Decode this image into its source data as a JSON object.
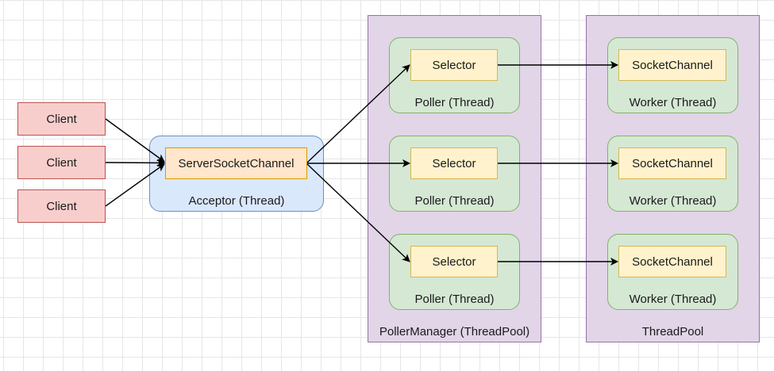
{
  "clients": [
    "Client",
    "Client",
    "Client"
  ],
  "acceptor": {
    "channel": "ServerSocketChannel",
    "label": "Acceptor (Thread)"
  },
  "poller_manager": {
    "label": "PollerManager (ThreadPool)",
    "pollers": [
      {
        "selector": "Selector",
        "label": "Poller (Thread)"
      },
      {
        "selector": "Selector",
        "label": "Poller (Thread)"
      },
      {
        "selector": "Selector",
        "label": "Poller (Thread)"
      }
    ]
  },
  "thread_pool": {
    "label": "ThreadPool",
    "workers": [
      {
        "channel": "SocketChannel",
        "label": "Worker (Thread)"
      },
      {
        "channel": "SocketChannel",
        "label": "Worker (Thread)"
      },
      {
        "channel": "SocketChannel",
        "label": "Worker (Thread)"
      }
    ]
  },
  "colors": {
    "client_fill": "#f8cecc",
    "client_stroke": "#b85450",
    "acceptor_fill": "#dae8fc",
    "acceptor_stroke": "#6c8ebf",
    "channel_fill": "#ffe6cc",
    "channel_stroke": "#d79b00",
    "pool_fill": "#e1d5e7",
    "pool_stroke": "#9673a6",
    "thread_fill": "#d5e8d4",
    "thread_stroke": "#82b366",
    "node_fill": "#fff2cc",
    "node_stroke": "#d6b656",
    "edge": "#000000"
  }
}
